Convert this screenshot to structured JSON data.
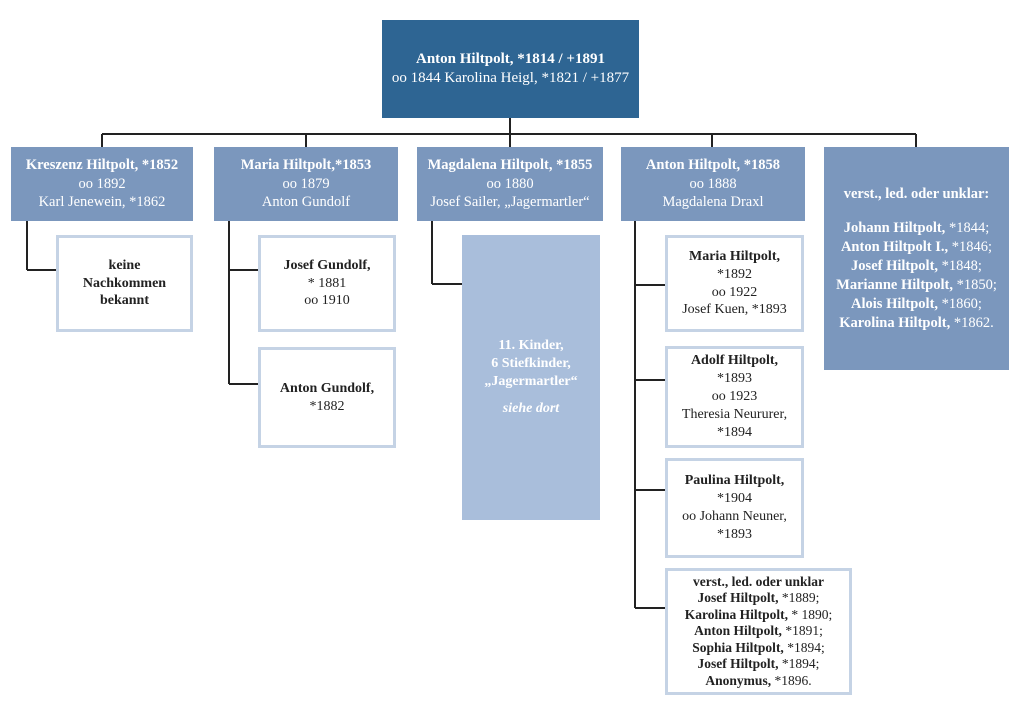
{
  "root": {
    "name": "Anton Hiltpolt, *1814 / +1891",
    "spouse": "oo 1844 Karolina Heigl, *1821 / +1877"
  },
  "branches": [
    {
      "name": "Kreszenz Hiltpolt, *1852",
      "marriage": "oo 1892",
      "spouse": "Karl Jenewein, *1862",
      "children": [
        {
          "lines": [
            "keine",
            "Nachkommen",
            "bekannt"
          ]
        }
      ]
    },
    {
      "name": "Maria Hiltpolt,*1853",
      "marriage": "oo 1879",
      "spouse": "Anton Gundolf",
      "children": [
        {
          "name": "Josef Gundolf,",
          "birth": "* 1881",
          "marriage": "oo 1910"
        },
        {
          "name": "Anton Gundolf,",
          "birth": "*1882"
        }
      ]
    },
    {
      "name": "Magdalena Hiltpolt, *1855",
      "marriage": "oo 1880",
      "spouse": "Josef Sailer, „Jagermartler“",
      "children": [
        {
          "line1": "11. Kinder,",
          "line2": "6 Stiefkinder,",
          "line3": "„Jagermartler“",
          "note": "siehe dort"
        }
      ]
    },
    {
      "name": "Anton Hiltpolt, *1858",
      "marriage": "oo 1888",
      "spouse": "Magdalena Draxl",
      "children": [
        {
          "name": "Maria Hiltpolt,",
          "birth": "*1892",
          "marriage": "oo 1922",
          "spouse": "Josef Kuen, *1893"
        },
        {
          "name": "Adolf Hiltpolt,",
          "birth": "*1893",
          "marriage": "oo 1923",
          "spouse": "Theresia Neururer,",
          "spouse_birth": "*1894"
        },
        {
          "name": "Paulina Hiltpolt,",
          "birth": "*1904",
          "marriage": "oo Johann Neuner,",
          "spouse_birth": "*1893"
        },
        {
          "heading": "verst., led. oder unklar",
          "entries": [
            {
              "name": "Josef Hiltpolt,",
              "birth": " *1889;"
            },
            {
              "name": "Karolina Hiltpolt,",
              "birth": " * 1890;"
            },
            {
              "name": "Anton Hiltpolt,",
              "birth": " *1891;"
            },
            {
              "name": "Sophia Hiltpolt,",
              "birth": " *1894;"
            },
            {
              "name": "Josef Hiltpolt,",
              "birth": " *1894;"
            },
            {
              "name": "Anonymus,",
              "birth": " *1896."
            }
          ]
        }
      ]
    }
  ],
  "unclear": {
    "heading": "verst., led. oder unklar:",
    "entries": [
      {
        "name": "Johann Hiltpolt,",
        "birth": " *1844;"
      },
      {
        "name": "Anton Hiltpolt I.,",
        "birth": " *1846;"
      },
      {
        "name": "Josef Hiltpolt,",
        "birth": " *1848;"
      },
      {
        "name": "Marianne Hiltpolt,",
        "birth": " *1850;"
      },
      {
        "name": "Alois Hiltpolt,",
        "birth": " *1860;"
      },
      {
        "name": "Karolina Hiltpolt,",
        "birth": " *1862."
      }
    ]
  },
  "colors": {
    "root": "#2e6593",
    "branch": "#7b97bd",
    "child_border": "#c5d3e5",
    "reference_box": "#a9bedb",
    "connector": "#222222"
  }
}
